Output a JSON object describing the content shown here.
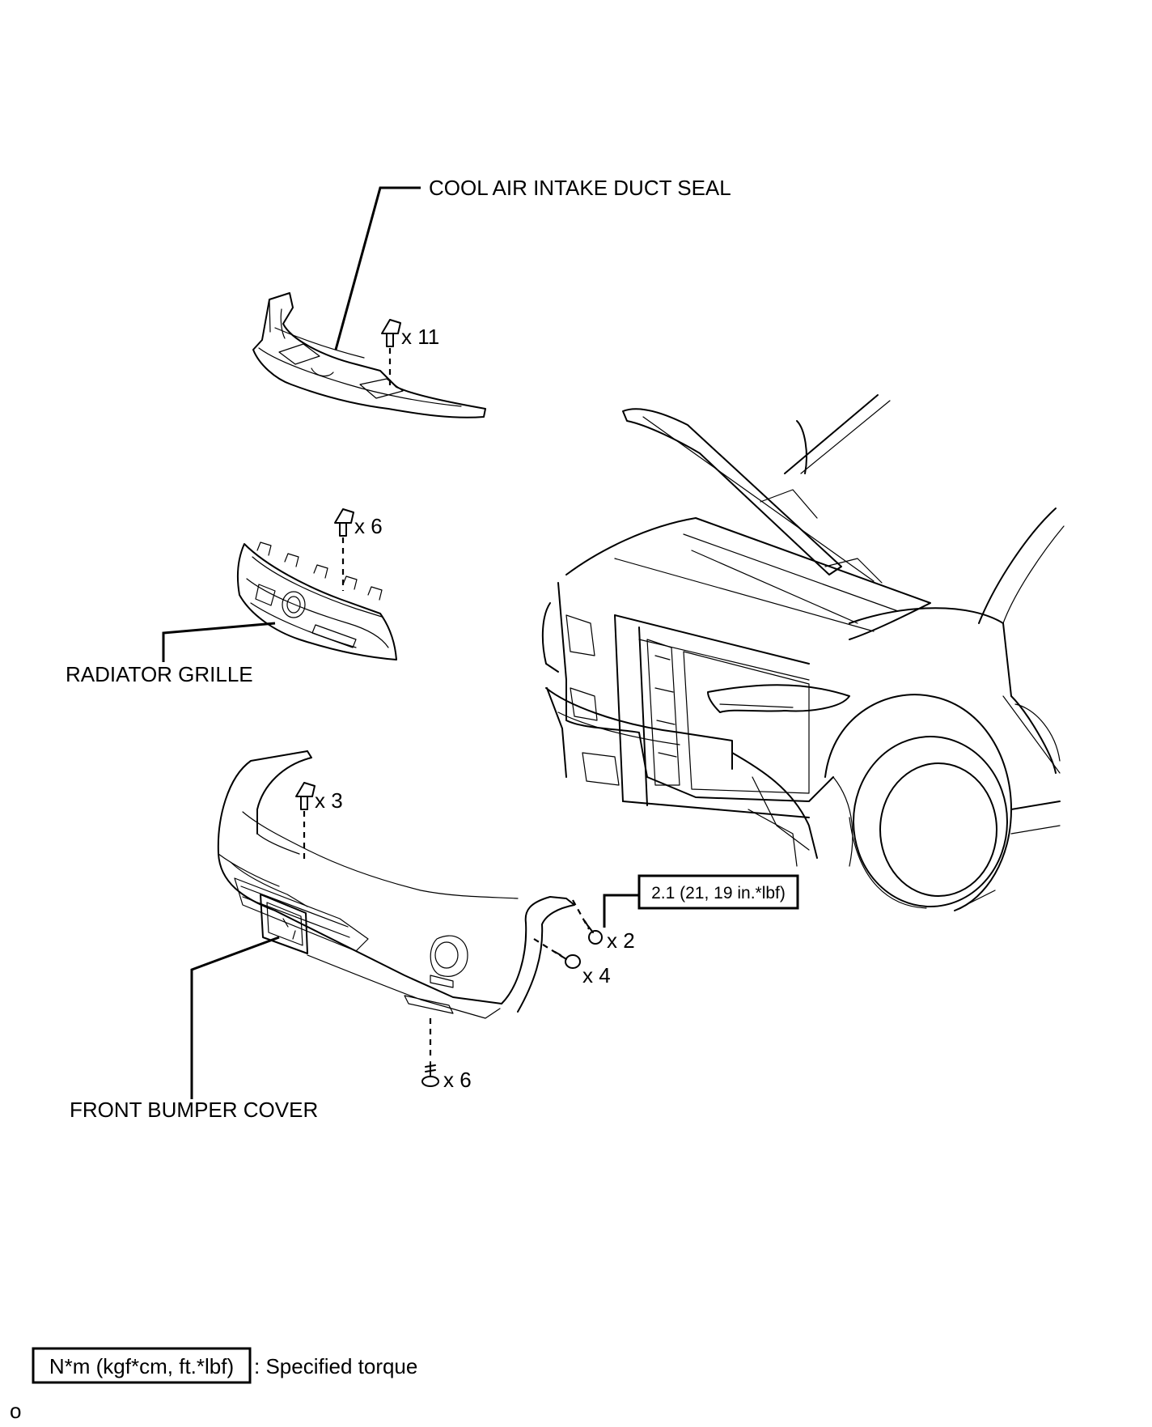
{
  "labels": {
    "cool_air_intake_duct_seal": "COOL AIR INTAKE DUCT SEAL",
    "radiator_grille": "RADIATOR GRILLE",
    "front_bumper_cover": "FRONT BUMPER COVER"
  },
  "fastener_counts": {
    "duct_seal_clips": "x 11",
    "grille_clips": "x 6",
    "bumper_top_clips": "x 3",
    "bumper_side_bolts": "x 2",
    "bumper_side_screws": "x 4",
    "bumper_bottom_screws": "x 6"
  },
  "torque_spec": "2.1 (21, 19 in.*lbf)",
  "legend": {
    "unit": "N*m (kgf*cm, ft.*lbf)",
    "description": ": Specified torque"
  },
  "figure_code": "o"
}
